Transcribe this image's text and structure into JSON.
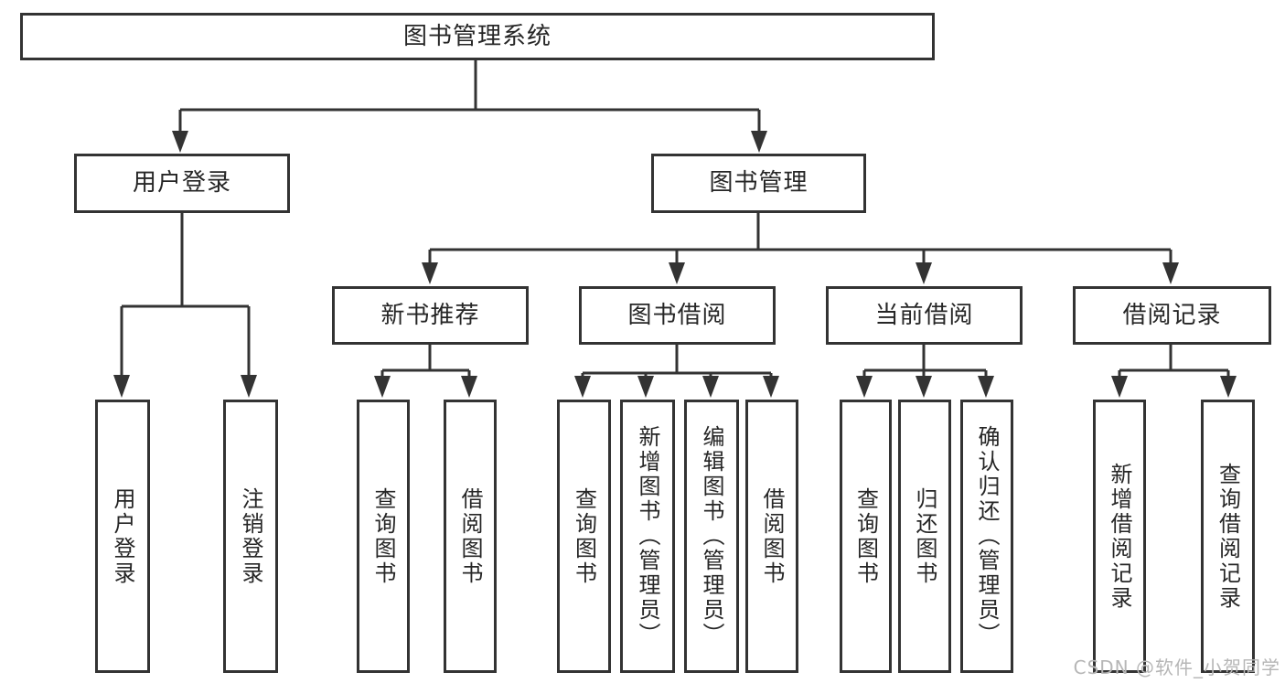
{
  "tree": {
    "root": {
      "label": "图书管理系统"
    },
    "branches": [
      {
        "label": "用户登录",
        "children": [
          {
            "label": "用户登录"
          },
          {
            "label": "注销登录"
          }
        ]
      },
      {
        "label": "图书管理",
        "groups": [
          {
            "label": "新书推荐",
            "children": [
              {
                "label": "查询图书"
              },
              {
                "label": "借阅图书"
              }
            ]
          },
          {
            "label": "图书借阅",
            "children": [
              {
                "label": "查询图书"
              },
              {
                "label": "新增图书（管理员）"
              },
              {
                "label": "编辑图书（管理员）"
              },
              {
                "label": "借阅图书"
              }
            ]
          },
          {
            "label": "当前借阅",
            "children": [
              {
                "label": "查询图书"
              },
              {
                "label": "归还图书"
              },
              {
                "label": "确认归还（管理员）"
              }
            ]
          },
          {
            "label": "借阅记录",
            "children": [
              {
                "label": "新增借阅记录"
              },
              {
                "label": "查询借阅记录"
              }
            ]
          }
        ]
      }
    ]
  },
  "watermark": {
    "text": "CSDN @软件_小贺同学"
  },
  "colors": {
    "line": "#333333",
    "border": "#333333",
    "text": "#262626",
    "background": "#ffffff",
    "watermark": "#b6b6b6"
  }
}
